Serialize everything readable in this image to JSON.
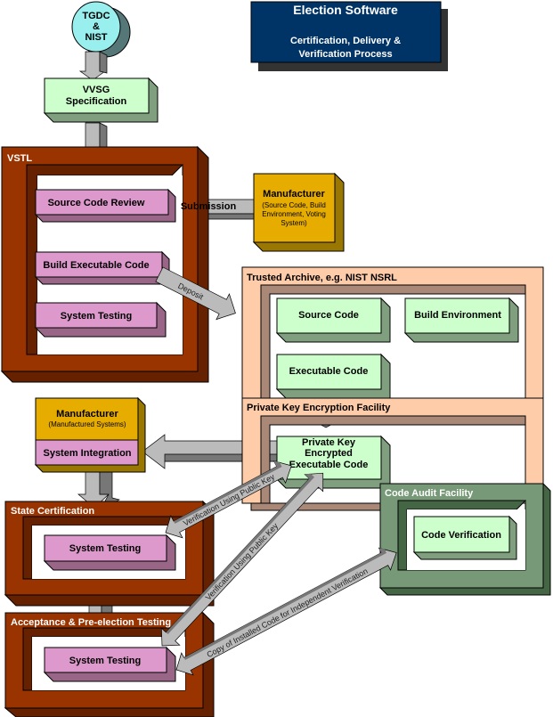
{
  "title": {
    "line1": "Election Software",
    "line2": "Certification, Delivery &",
    "line3": "Verification Process"
  },
  "origin": {
    "line1": "TGDC",
    "line2": "&",
    "line3": "NIST"
  },
  "vvsg": {
    "line1": "VVSG",
    "line2": "Specification"
  },
  "vstl": {
    "label": "VSTL",
    "source_code_review": "Source Code Review",
    "build_executable": "Build Executable Code",
    "system_testing": "System Testing"
  },
  "manufacturer_top": {
    "title": "Manufacturer",
    "line1": "(Source Code, Build",
    "line2": "Environment, Voting",
    "line3": "System)"
  },
  "submission": "Submission",
  "deposit": "Deposit",
  "archive": {
    "label": "Trusted Archive, e.g. NIST NSRL",
    "source_code": "Source Code",
    "build_env": "Build Environment",
    "executable": "Executable Code"
  },
  "pkef": {
    "label": "Private Key Encryption Facility",
    "line1": "Private Key",
    "line2": "Encrypted",
    "line3": "Executable Code"
  },
  "manufacturer_bottom": {
    "title": "Manufacturer",
    "sub": "(Manufactured Systems)",
    "integration": "System Integration"
  },
  "state_cert": {
    "label": "State Certification",
    "system_testing": "System Testing"
  },
  "acceptance": {
    "label": "Acceptance & Pre-election Testing",
    "system_testing": "System Testing"
  },
  "code_audit": {
    "label": "Code Audit Facility",
    "verification": "Code Verification"
  },
  "arrows": {
    "verify1": "Verification Using Public Key",
    "verify2": "Verification Using Public Key",
    "copy": "Copy of Installed Code for Independent Verification"
  },
  "colors": {
    "navy": "#003366",
    "green_box": "#ccffcc",
    "pink_box": "#dd99cc",
    "rust": "#993300",
    "peach": "#ffccaa",
    "gold": "#e6ac00",
    "audit_green": "#779977"
  }
}
